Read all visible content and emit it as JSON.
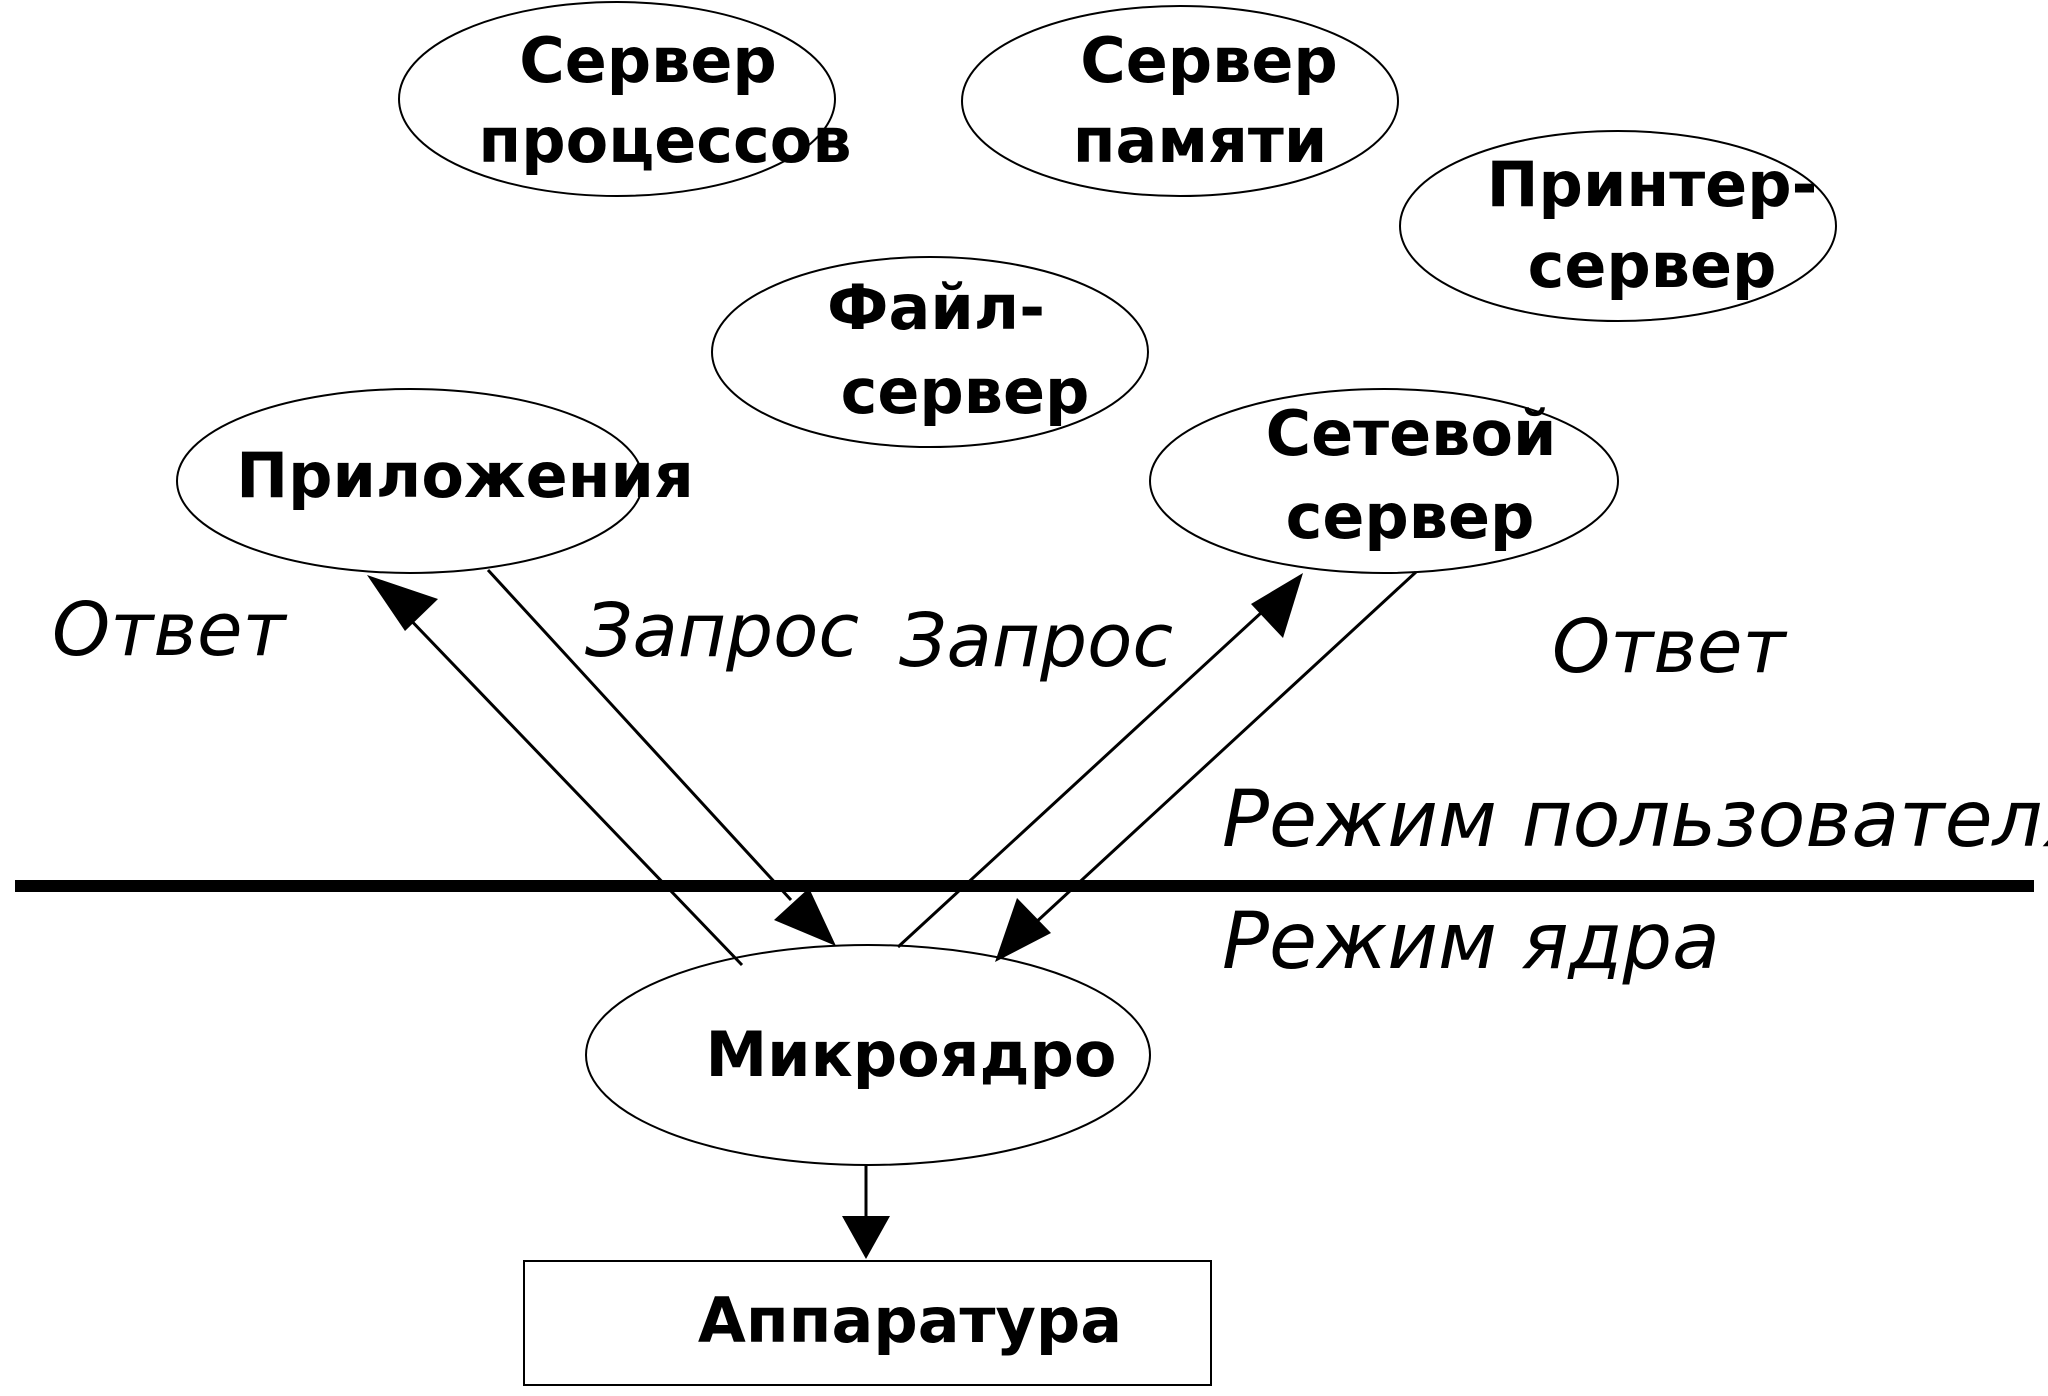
{
  "nodes": {
    "process_server": {
      "line1": "Сервер",
      "line2": "процессов"
    },
    "memory_server": {
      "line1": "Сервер",
      "line2": "памяти"
    },
    "printer_server": {
      "line1": "Принтер-",
      "line2": "сервер"
    },
    "file_server": {
      "line1": "Файл-",
      "line2": "сервер"
    },
    "applications": {
      "label": "Приложения"
    },
    "network_server": {
      "line1": "Сетевой",
      "line2": "сервер"
    },
    "microkernel": {
      "label": "Микроядро"
    },
    "hardware": {
      "label": "Аппаратура"
    }
  },
  "edges": {
    "response_left": "Ответ",
    "request_left": "Запрос",
    "request_right": "Запрос",
    "response_right": "Ответ"
  },
  "modes": {
    "user_mode": "Режим пользователя",
    "kernel_mode": "Режим ядра"
  }
}
